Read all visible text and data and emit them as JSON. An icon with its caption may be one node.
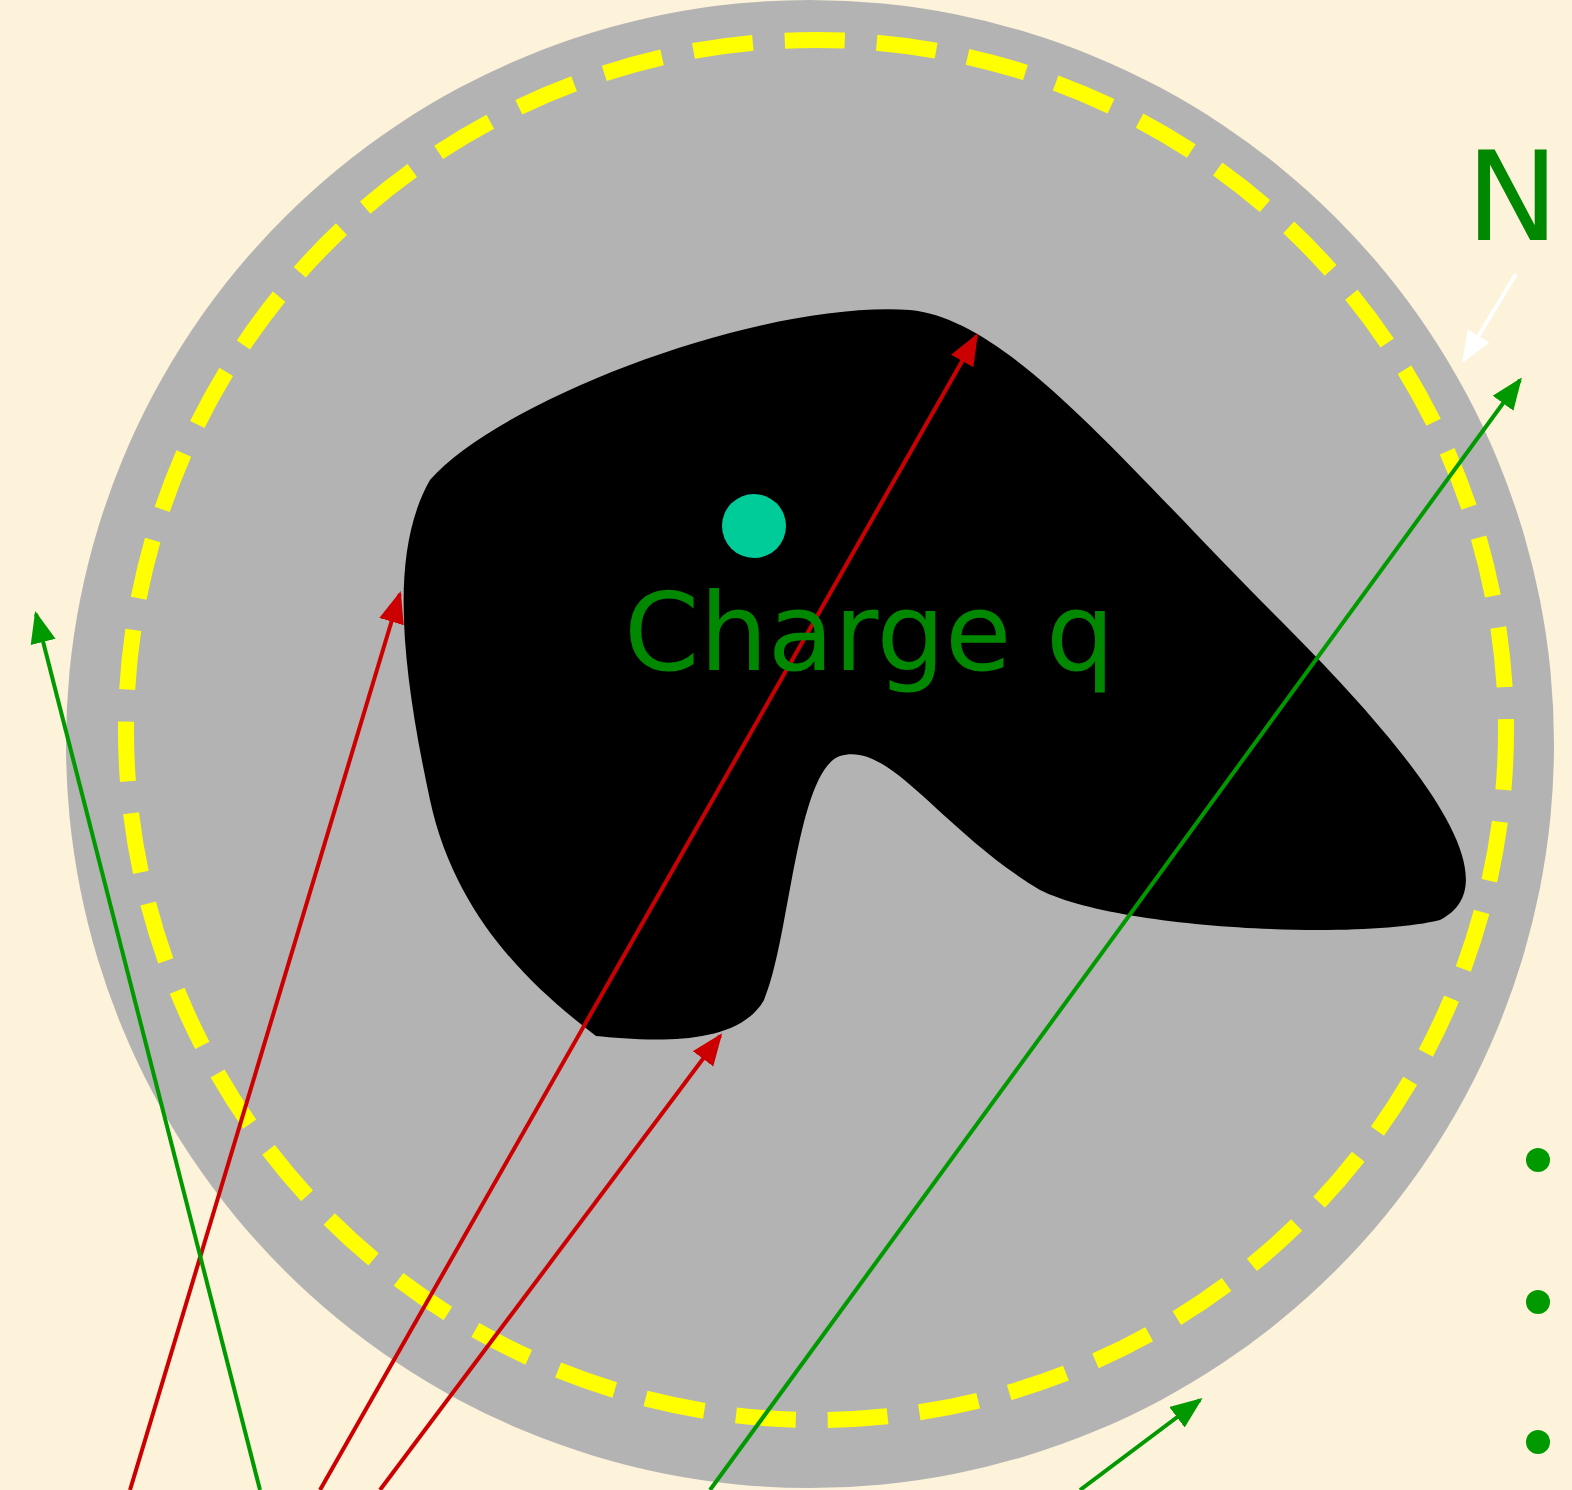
{
  "diagram": {
    "nodes": [
      {
        "text": [],
        "shape": "circle"
      },
      {
        "text": [],
        "shape": "circle",
        "in": 0
      },
      {
        "text": [
          "Charge q"
        ],
        "in": 1
      },
      {
        "text": [
          "N"
        ]
      }
    ],
    "edges": [
      {
        "from": 3,
        "to": 1,
        "arrow": "to",
        "color": "#ffffff"
      },
      {
        "from": null,
        "to": 2,
        "arrow": "to"
      },
      {
        "from": null,
        "to": 2,
        "arrow": "to"
      },
      {
        "from": null,
        "to": 2,
        "arrow": "to"
      }
    ]
  }
}
